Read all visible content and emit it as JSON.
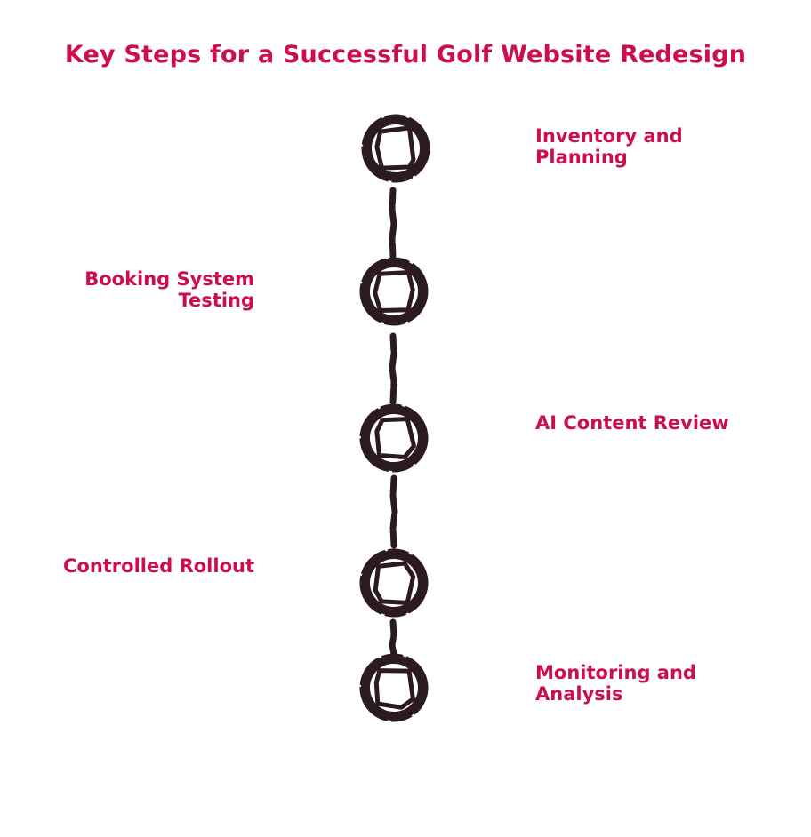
{
  "title": "Key Steps for a Successful Golf Website Redesign",
  "colors": {
    "accent": "#cc0e50",
    "node": "#2b1a1f",
    "background": "#ffffff"
  },
  "icons": {
    "node": "hand-drawn-ring-icon"
  },
  "steps": [
    {
      "label": "Inventory and Planning",
      "side": "right"
    },
    {
      "label": "Booking System Testing",
      "side": "left"
    },
    {
      "label": "AI Content Review",
      "side": "right"
    },
    {
      "label": "Controlled Rollout",
      "side": "left"
    },
    {
      "label": "Monitoring and Analysis",
      "side": "right"
    }
  ]
}
